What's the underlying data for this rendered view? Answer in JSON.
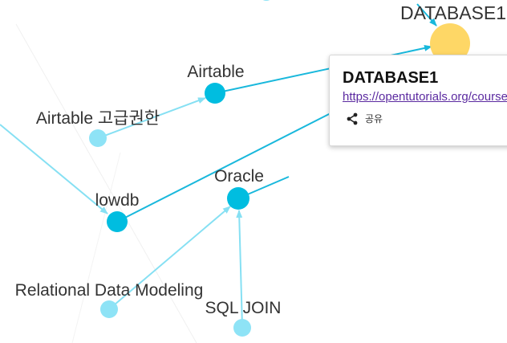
{
  "graph": {
    "nodes": {
      "database1": {
        "label": "DATABASE1"
      },
      "airtable": {
        "label": "Airtable"
      },
      "airtable_advanced": {
        "label": "Airtable 고급권한"
      },
      "oracle": {
        "label": "Oracle"
      },
      "lowdb": {
        "label": "lowdb"
      },
      "relational_modeling": {
        "label": "Relational Data Modeling"
      },
      "sql_join": {
        "label": "SQL JOIN"
      }
    },
    "colors": {
      "node_primary": "#00bde0",
      "node_secondary": "#8ee3f6",
      "node_focused": "#fed766",
      "edge_strong": "#19b8dc",
      "edge_light": "#86e0f3"
    }
  },
  "popup": {
    "title": "DATABASE1",
    "link_text": "https://opentutorials.org/course",
    "share_icon": "share-icon",
    "share_label": "공유"
  }
}
